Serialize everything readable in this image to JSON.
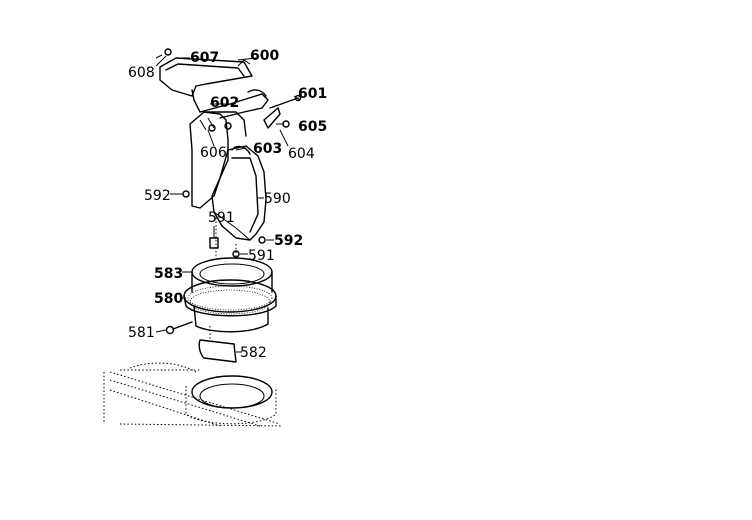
{
  "callouts": [
    {
      "id": "600",
      "text": "600",
      "bold": true
    },
    {
      "id": "601",
      "text": "601",
      "bold": true
    },
    {
      "id": "602",
      "text": "602",
      "bold": true
    },
    {
      "id": "603",
      "text": "603",
      "bold": true
    },
    {
      "id": "604",
      "text": "604",
      "bold": false
    },
    {
      "id": "605",
      "text": "605",
      "bold": true
    },
    {
      "id": "606",
      "text": "606",
      "bold": false
    },
    {
      "id": "607",
      "text": "607",
      "bold": true
    },
    {
      "id": "608",
      "text": "608",
      "bold": false
    },
    {
      "id": "590",
      "text": "590",
      "bold": false
    },
    {
      "id": "591a",
      "text": "591",
      "bold": false
    },
    {
      "id": "591b",
      "text": "591",
      "bold": false
    },
    {
      "id": "592a",
      "text": "592",
      "bold": false
    },
    {
      "id": "592b",
      "text": "592",
      "bold": true
    },
    {
      "id": "583",
      "text": "583",
      "bold": true
    },
    {
      "id": "580",
      "text": "580",
      "bold": true
    },
    {
      "id": "581",
      "text": "581",
      "bold": false
    },
    {
      "id": "582",
      "text": "582",
      "bold": false
    }
  ]
}
